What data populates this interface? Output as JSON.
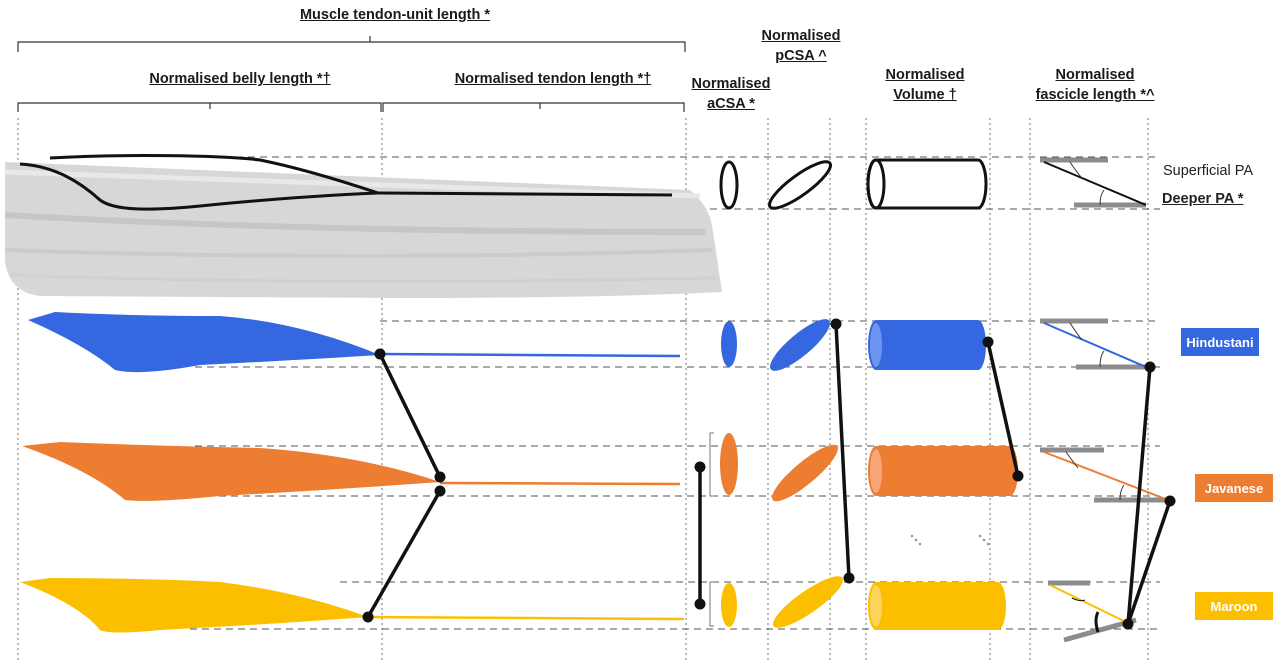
{
  "labels": {
    "mtu": "Muscle tendon-unit length *",
    "belly": "Normalised belly length *†",
    "tendon": "Normalised tendon length *†",
    "acsa_1": "Normalised",
    "acsa_2": "aCSA *",
    "pcsa_1": "Normalised",
    "pcsa_2": "pCSA ^",
    "volume_1": "Normalised",
    "volume_2": "Volume †",
    "fascicle_1": "Normalised",
    "fascicle_2": "fascicle length *^",
    "superficial_pa": "Superficial PA",
    "deeper_pa": "Deeper PA *"
  },
  "groups": [
    {
      "name": "Hindustani",
      "color": "#3567e0"
    },
    {
      "name": "Javanese",
      "color": "#ed7d31"
    },
    {
      "name": "Maroon",
      "color": "#fcbf00"
    }
  ],
  "colors": {
    "ultrasound": "#d6d6d6",
    "outline": "#111111",
    "dashed": "#555555",
    "fascicle_bar": "#8c8c8c"
  }
}
